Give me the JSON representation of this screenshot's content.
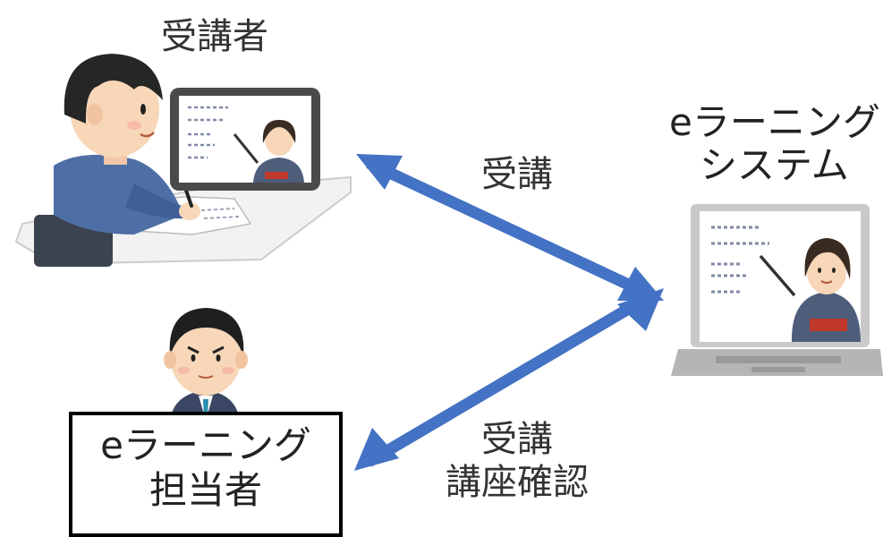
{
  "labels": {
    "learner": "受講者",
    "system_line1": "eラーニング",
    "system_line2": "システム",
    "arrow_top": "受講",
    "arrow_bottom_line1": "受講",
    "arrow_bottom_line2": "講座確認",
    "admin_line1": "eラーニング",
    "admin_line2": "担当者"
  },
  "colors": {
    "arrow": "#4472c4",
    "text": "#333333",
    "box_border": "#000000"
  },
  "icons": [
    "learner-with-tablet-illustration",
    "instructor-on-laptop-illustration",
    "admin-person-illustration"
  ]
}
